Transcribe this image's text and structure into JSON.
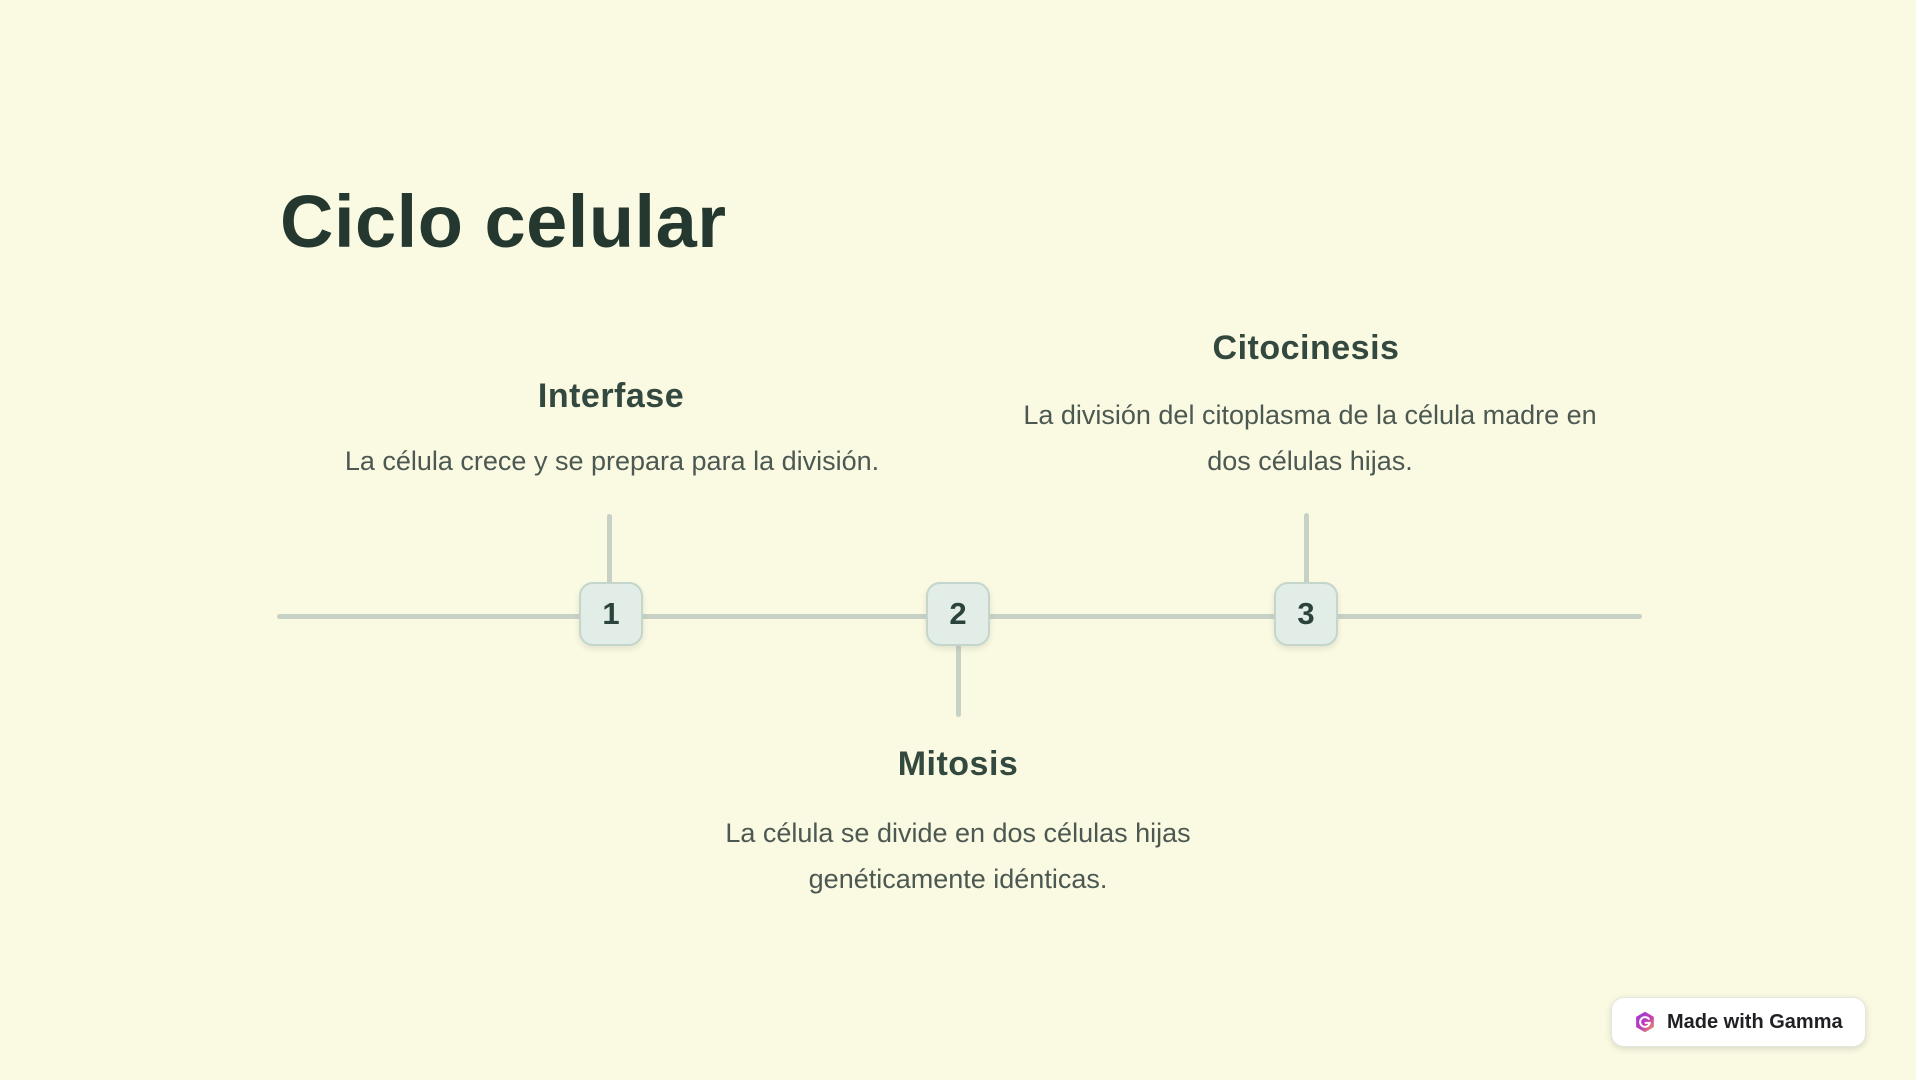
{
  "slide": {
    "title": "Ciclo celular",
    "background_color": "#FAF9E1"
  },
  "timeline": {
    "steps": [
      {
        "number": "1",
        "label": "Interfase",
        "description_lines": [
          "La célula crece y se prepara para la división."
        ]
      },
      {
        "number": "2",
        "label": "Mitosis",
        "description_lines": [
          "La célula se divide en dos células hijas",
          "genéticamente idénticas."
        ]
      },
      {
        "number": "3",
        "label": "Citocinesis",
        "description_lines": [
          "La división del citoplasma de la célula madre en",
          "dos células hijas."
        ]
      }
    ],
    "line_color": "#C8D1C6",
    "marker_fill": "#E2EDE8",
    "marker_border": "#C4D5CC",
    "number_color": "#2B433C"
  },
  "badge": {
    "label": "Made with Gamma",
    "icon": "gamma-logo-icon",
    "background": "#FFFFFF",
    "text_color": "#1F2023"
  },
  "colors": {
    "background": "#FAF9E1",
    "title_text": "#24382F",
    "heading_text": "#33493F",
    "body_text": "#4C5852"
  }
}
